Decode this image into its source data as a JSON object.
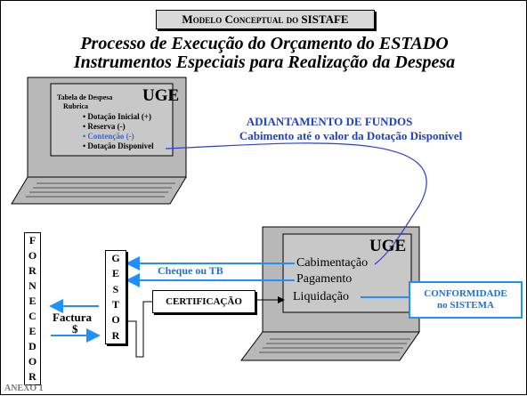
{
  "title_box": "Modelo Conceptual do SISTAFE",
  "heading_line1": "Processo de Execução do Orçamento do ESTADO",
  "heading_line2": "Instrumentos Especiais para Realização da Despesa",
  "laptop_top": {
    "screen_title": "UGE",
    "table_label_1": "Tabela de Despesa",
    "table_label_2": "Rubrica",
    "items": [
      "• Dotação Inicial (+)",
      "• Reserva (-)",
      "• Contenção (-)",
      "• Dotação Disponível"
    ]
  },
  "adiantamento_line1": "ADIANTAMENTO DE FUNDOS",
  "adiantamento_line2": "Cabimento até o valor da Dotação Disponível",
  "laptop_bottom": {
    "screen_title": "UGE",
    "entries": [
      "Cabimentação",
      "Pagamento",
      "Liquidação"
    ]
  },
  "fornecedor_letters": [
    "F",
    "O",
    "R",
    "N",
    "E",
    "C",
    "E",
    "D",
    "O",
    "R"
  ],
  "gestor_letters": [
    "G",
    "E",
    "S",
    "T",
    "O",
    "R"
  ],
  "cheque_label": "Cheque ou TB",
  "certificacao_label": "CERTIFICAÇÃO",
  "factura_label": "Factura",
  "dollar_label": "$",
  "conformidade_line1": "CONFORMIDADE",
  "conformidade_line2": "no SISTEMA",
  "footer_label": "ANEXO 1",
  "colors": {
    "accent_blue": "#1e90ff",
    "text_blue": "#1e6fd6",
    "screen_gray": "#c8c8c8"
  }
}
